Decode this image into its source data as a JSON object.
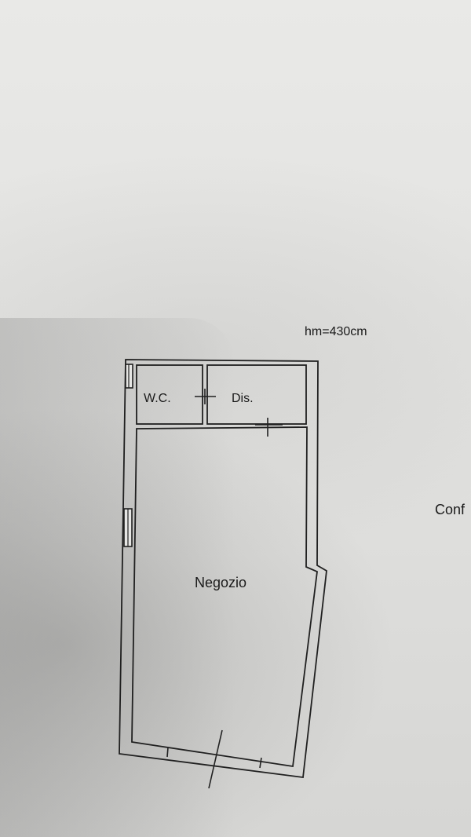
{
  "height_note": "hm=430cm",
  "rooms": {
    "wc": "W.C.",
    "dis": "Dis.",
    "negozio": "Negozio"
  },
  "side_label": "Conf"
}
